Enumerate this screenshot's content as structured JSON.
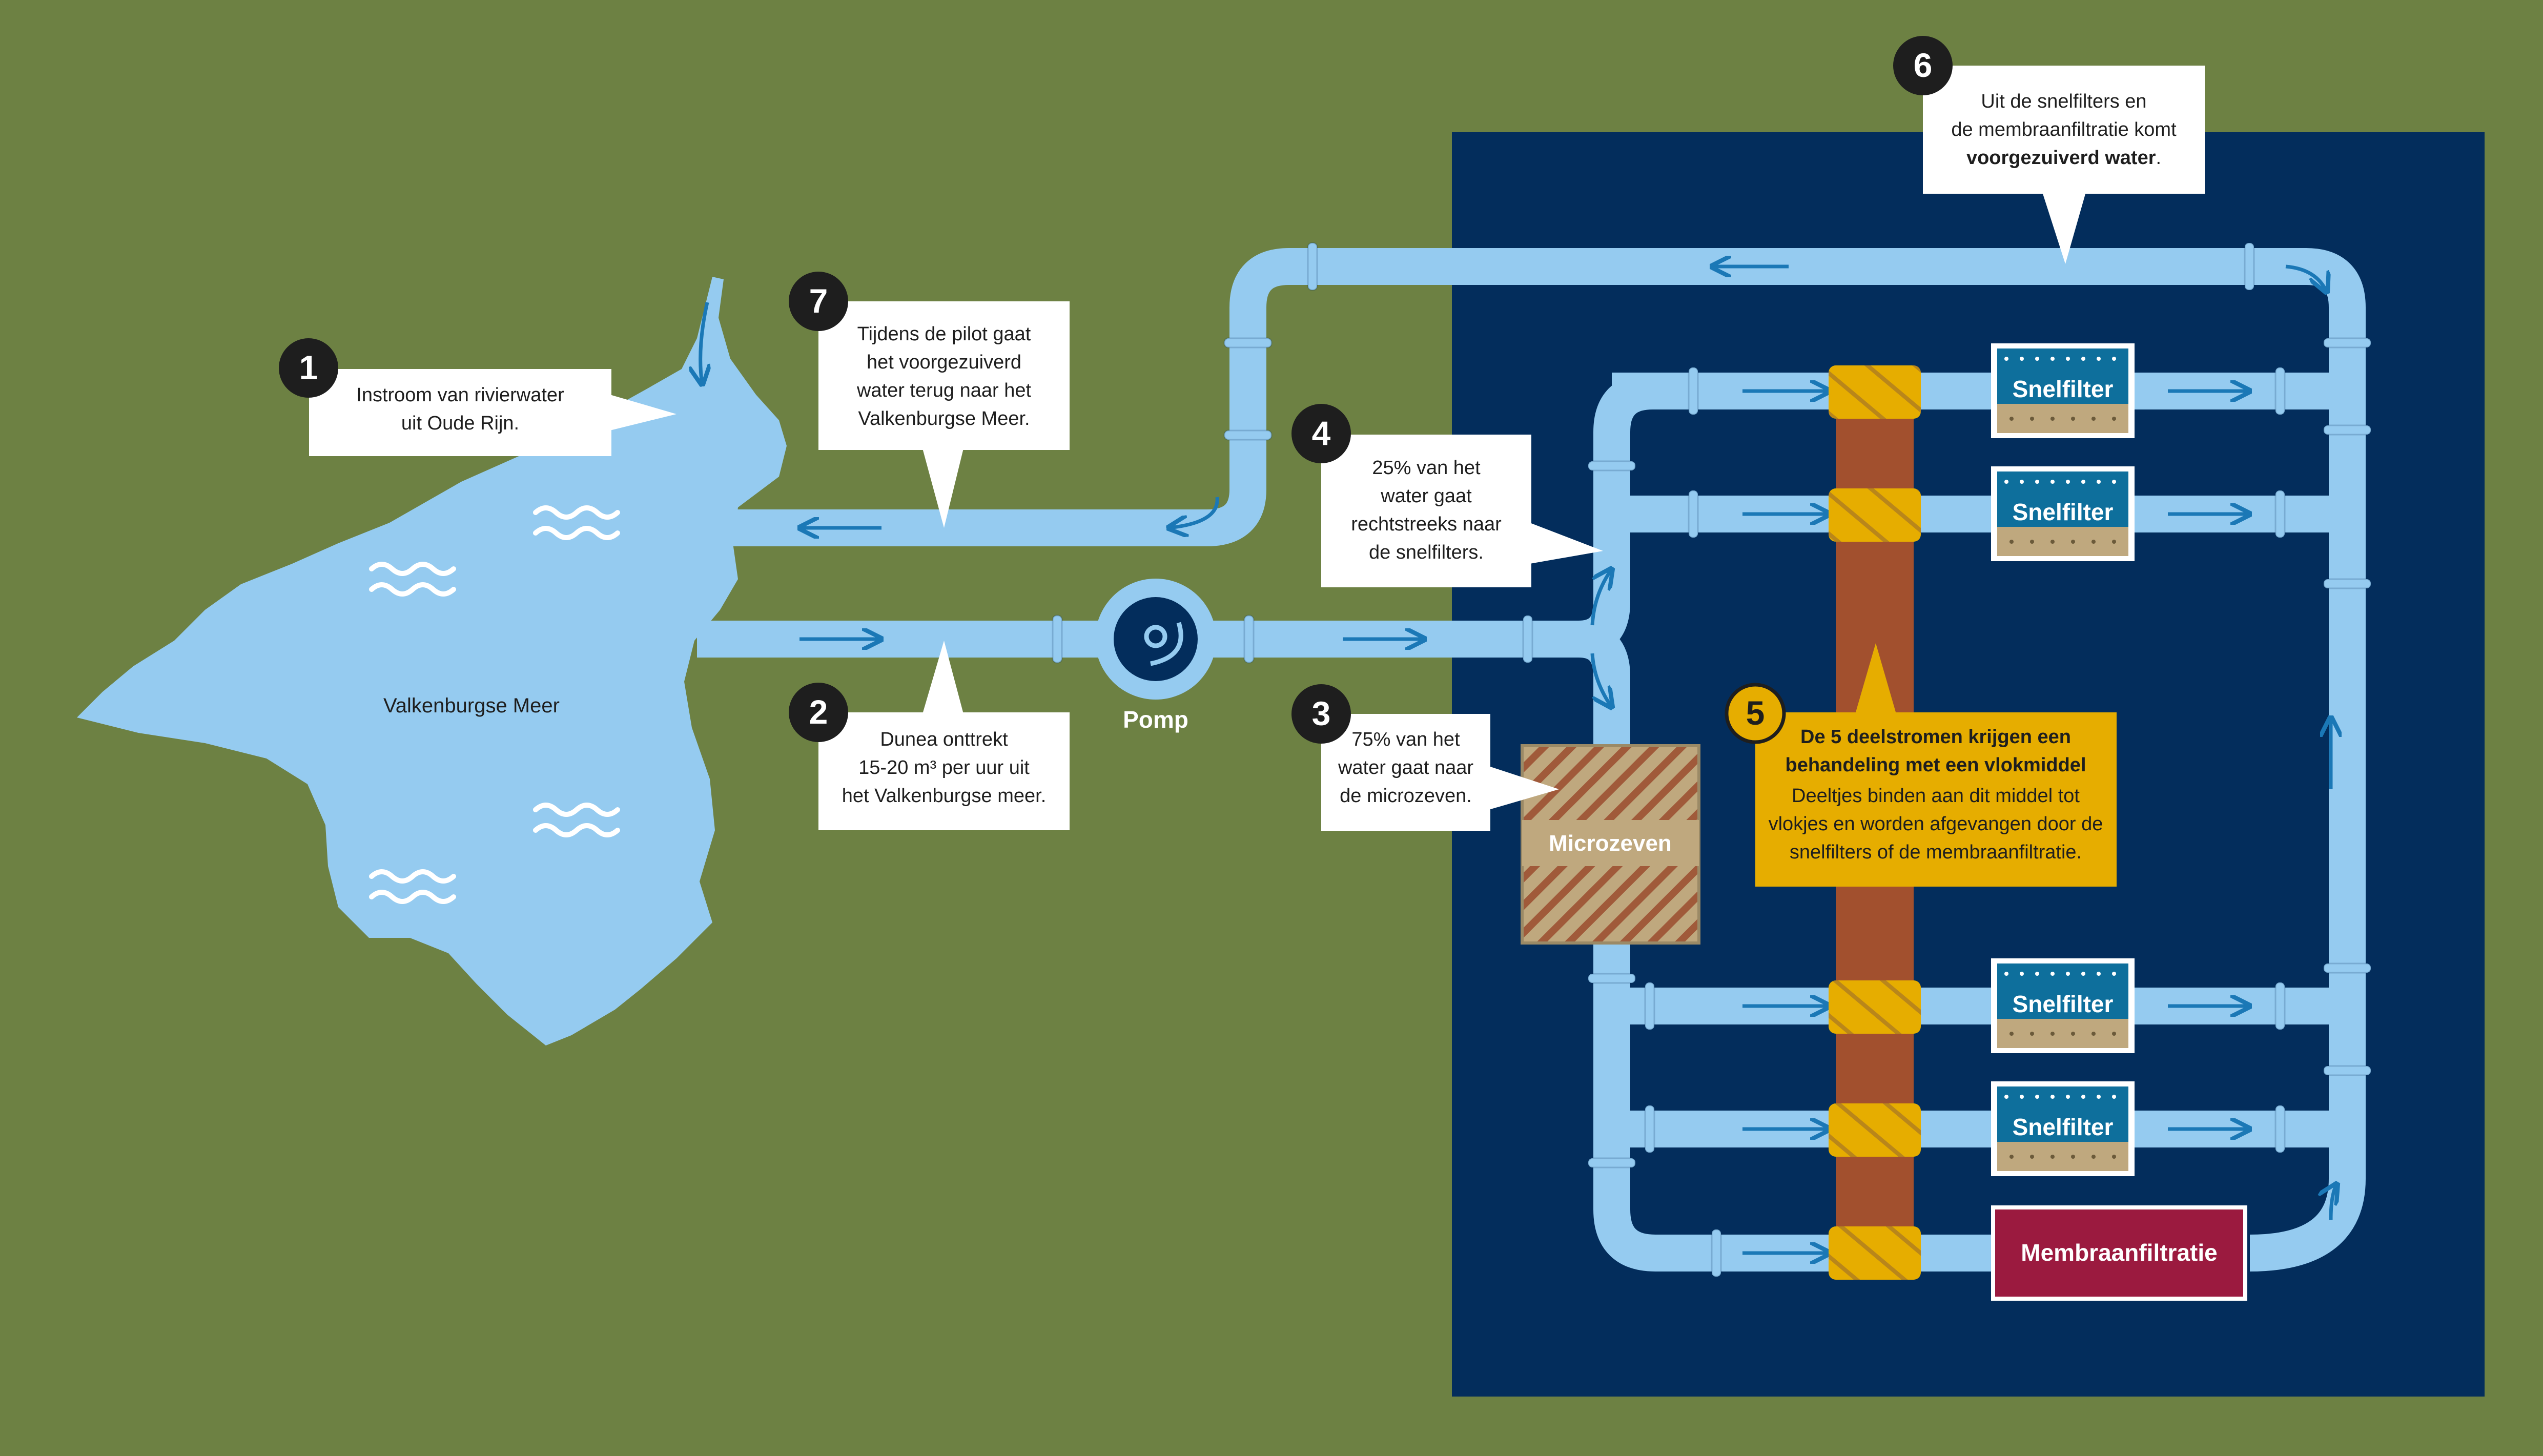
{
  "colors": {
    "background": "#6d8143",
    "lake": "#95cbf0",
    "pipe": "#95cbf0",
    "plant_bg": "#032d5c",
    "arrow": "#1b78b6",
    "callout_box": "#ffffff",
    "number_badge": "#1e1e1e",
    "flocculant_column": "#a2502e",
    "flocculant_box": "#e6ad00",
    "microsieve": "#bfa87e",
    "microsieve_hatch": "#a05a3a",
    "snelfilter_top": "#0e6f9c",
    "snelfilter_bottom": "#bfa87e",
    "membrane": "#9b1a3f"
  },
  "lake": {
    "name": "Valkenburgse Meer"
  },
  "pump": {
    "label": "Pomp"
  },
  "callouts": [
    {
      "number": "1",
      "lines": [
        "Instroom van rivierwater",
        "uit Oude Rijn."
      ]
    },
    {
      "number": "2",
      "lines": [
        "Dunea onttrekt",
        "15-20 m³ per uur uit",
        "het Valkenburgse meer."
      ]
    },
    {
      "number": "3",
      "lines": [
        "75% van het",
        "water gaat naar",
        "de microzeven."
      ]
    },
    {
      "number": "4",
      "lines": [
        "25% van het",
        "water gaat",
        "rechtstreeks naar",
        "de snelfilters."
      ]
    },
    {
      "number": "5",
      "lines": [
        "De 5 deelstromen krijgen een",
        "behandeling met een vlokmiddel",
        "Deeltjes binden aan dit middel tot",
        "vlokjes en worden afgevangen door de",
        "snelfilters of de membraanfiltratie."
      ]
    },
    {
      "number": "6",
      "lines": [
        "Uit de snelfilters en",
        "de membraanfiltratie komt"
      ],
      "line_plain": "",
      "line_bold": "voorgezuiverd water",
      "line_tail": "."
    },
    {
      "number": "7",
      "lines": [
        "Tijdens de pilot gaat",
        "het voorgezuiverd",
        "water terug naar het",
        "Valkenburgse Meer."
      ]
    }
  ],
  "microsieve": {
    "label": "Microzeven"
  },
  "filters": [
    {
      "label": "Snelfilter"
    },
    {
      "label": "Snelfilter"
    },
    {
      "label": "Snelfilter"
    },
    {
      "label": "Snelfilter"
    }
  ],
  "membrane": {
    "label": "Membraanfiltratie"
  }
}
